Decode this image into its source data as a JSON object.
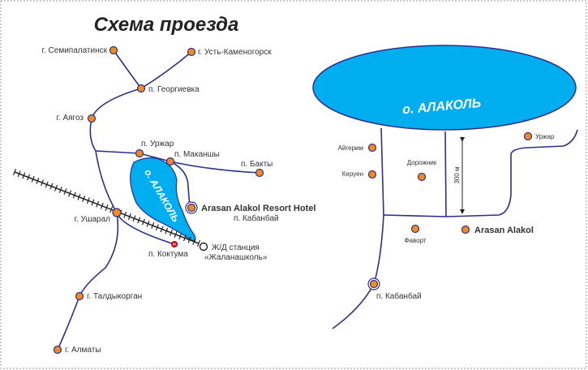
{
  "title": "Схема проезда",
  "colors": {
    "lake": "#00aeef",
    "road": "#2e2f8c",
    "node": "#f08a24",
    "border": "#999999"
  },
  "overview_map": {
    "lake_label": "о. АЛАКОЛЬ",
    "places": {
      "semipalatinsk": "г. Семипалатинск",
      "ust_kamenogorsk": "г. Усть-Каменогорск",
      "georgievka": "п. Георгиевка",
      "ayagoz": "г. Аягоз",
      "urzhar": "п. Уржар",
      "makanshy": "п. Маканшы",
      "bakty": "п. Бакты",
      "hotel": "Arasan Alakol Resort Hotel",
      "kabanbay": "п. Кабанбай",
      "usharal": "г. Ушарал",
      "koktuma": "п. Коктума",
      "station_line1": "Ж/Д станция",
      "station_line2": "«Жаланашколь»",
      "taldykorgan": "г. Талдыкорган",
      "almaty": "г. Алматы"
    }
  },
  "detail_map": {
    "lake_label": "о. АЛАКОЛЬ",
    "distance": "300 м",
    "places": {
      "aigerim": "Айгерим",
      "keruen": "Керуен",
      "dorozhnik": "Дорожник",
      "urzhar": "Уржар",
      "favort": "Фаворт",
      "arasan": "Arasan Alakol",
      "kabanbay": "п. Кабанбай"
    }
  }
}
